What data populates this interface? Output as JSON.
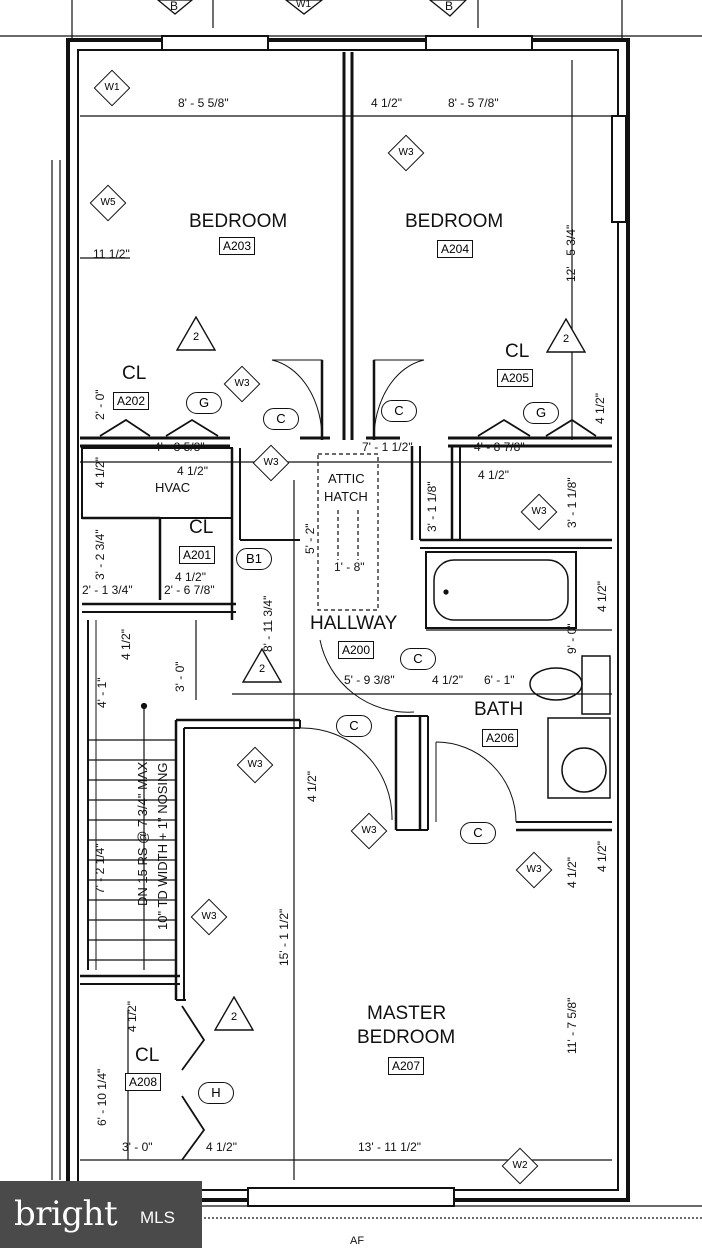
{
  "rooms": {
    "bedroom_a203": {
      "name": "BEDROOM",
      "code": "A203"
    },
    "bedroom_a204": {
      "name": "BEDROOM",
      "code": "A204"
    },
    "cl_a202": {
      "name": "CL",
      "code": "A202"
    },
    "cl_a205": {
      "name": "CL",
      "code": "A205"
    },
    "cl_a201": {
      "name": "CL",
      "code": "A201"
    },
    "hallway": {
      "name": "HALLWAY",
      "code": "A200"
    },
    "bath": {
      "name": "BATH",
      "code": "A206"
    },
    "master": {
      "name1": "MASTER",
      "name2": "BEDROOM",
      "code": "A207"
    },
    "cl_a208": {
      "name": "CL",
      "code": "A208"
    }
  },
  "labels": {
    "hvac": "HVAC",
    "attic1": "ATTIC",
    "attic2": "HATCH",
    "stairs1": "DN 15 RS @ 7 3/4\" MAX.",
    "stairs2": "10\" TD WIDTH + 1\" NOSING"
  },
  "dimensions": {
    "d1": "8' - 5 5/8\"",
    "d2": "4 1/2\"",
    "d3": "8' - 5 7/8\"",
    "d4": "11 1/2\"",
    "d5": "12' - 5 3/4\"",
    "d6": "2' - 0\"",
    "d7": "4' - 8 5/8\"",
    "d8": "7' - 1 1/2\"",
    "d9": "4' - 8 7/8\"",
    "d10": "4 1/2\"",
    "d11": "4 1/2\"",
    "d12": "4 1/2\"",
    "d13": "3' - 1 1/8\"",
    "d14": "3' - 1 1/8\"",
    "d15": "4 1/2\"",
    "d16": "3' - 2 3/4\"",
    "d17": "5' - 2\"",
    "d18": "1' - 8\"",
    "d19": "4 1/2\"",
    "d20": "2' - 1 3/4\"",
    "d21": "2' - 6 7/8\"",
    "d22": "8' - 11 3/4\"",
    "d23": "4 1/2\"",
    "d24": "9' - 0\"",
    "d25": "4 1/2\"",
    "d26": "3' - 0\"",
    "d27": "4' - 1\"",
    "d28": "5' - 9 3/8\"",
    "d29": "4 1/2\"",
    "d30": "6' - 1\"",
    "d31": "4 1/2\"",
    "d32": "7' - 2 1/4\"",
    "d33": "15' - 1 1/2\"",
    "d34": "4 1/2\"",
    "d35": "11' - 7 5/8\"",
    "d36": "4 1/2\"",
    "d37": "6' - 10 1/4\"",
    "d38": "3' - 0\"",
    "d39": "4 1/2\"",
    "d40": "13' - 11 1/2\"",
    "d41": "4 1/2\""
  },
  "markers": {
    "c": "C",
    "g": "G",
    "b1": "B1",
    "h": "H",
    "w1": "W1",
    "w2": "W2",
    "w3": "W3",
    "w5": "W5",
    "b_top": "B",
    "af": "AF",
    "rev": "2"
  },
  "watermark": {
    "brand": "bright",
    "suffix": "MLS"
  }
}
